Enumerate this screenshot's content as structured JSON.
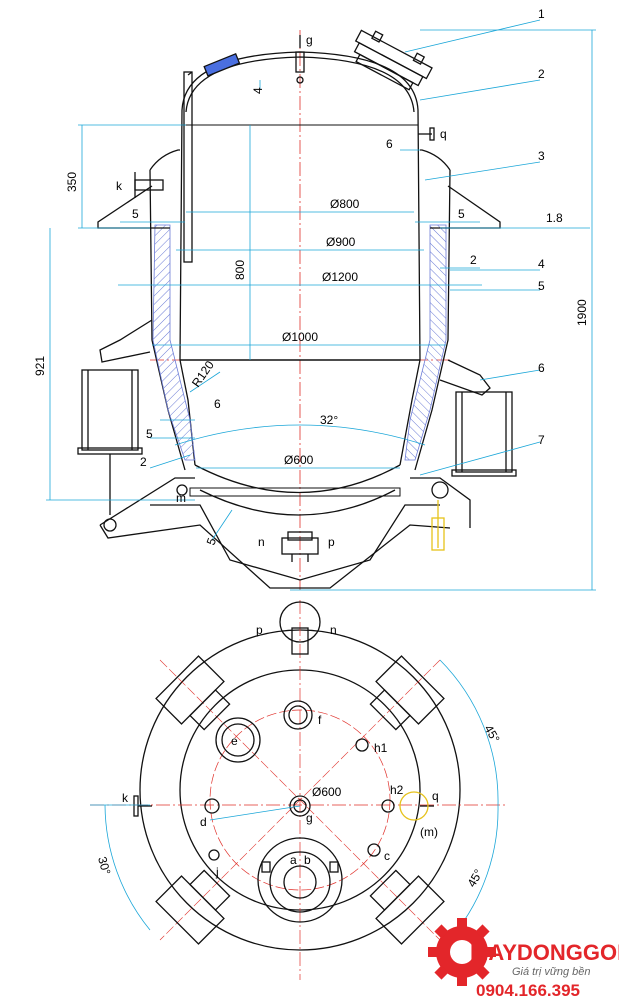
{
  "colors": {
    "outline": "#111111",
    "dimension": "#1aa6d8",
    "centerline": "#e0302a",
    "insulation": "#6b7bd6",
    "brand_red": "#e3262a",
    "brand_grey": "#8a8a8a"
  },
  "elevation": {
    "dims": {
      "d350": "350",
      "d800": "800",
      "d921": "921",
      "d1900": "1900",
      "phi800": "Ø800",
      "phi900": "Ø900",
      "phi1200": "Ø1200",
      "phi1000": "Ø1000",
      "phi600": "Ø600",
      "r120": "R120",
      "angle32": "32°",
      "t6_top": "6",
      "t5_left": "5",
      "t5_right": "5",
      "t1_8": "1.8",
      "t2_right": "2",
      "t6_cone": "6",
      "t5_cone": "5",
      "t2_cone": "2",
      "t5_bottom": "5",
      "t4_top": "4"
    },
    "nozzles": {
      "g": "g",
      "q": "q",
      "k": "k",
      "m": "m",
      "n": "n",
      "p": "p"
    },
    "parts": [
      "1",
      "2",
      "3",
      "4",
      "5",
      "6",
      "7"
    ]
  },
  "plan": {
    "labels": {
      "p": "p",
      "n": "n",
      "f": "f",
      "e": "e",
      "h1": "h1",
      "h2": "h2",
      "q": "q",
      "m": "(m)",
      "k": "k",
      "d": "d",
      "g": "g",
      "c": "c",
      "j": "j",
      "a": "a",
      "b": "b",
      "phi600": "Ø600",
      "angle45_top": "45°",
      "angle45_bottom": "45°",
      "angle30": "30°"
    }
  },
  "logo": {
    "brand": "MAYDONGGOI",
    "tagline": "Giá trị vững bền",
    "phone": "0904.166.395"
  }
}
